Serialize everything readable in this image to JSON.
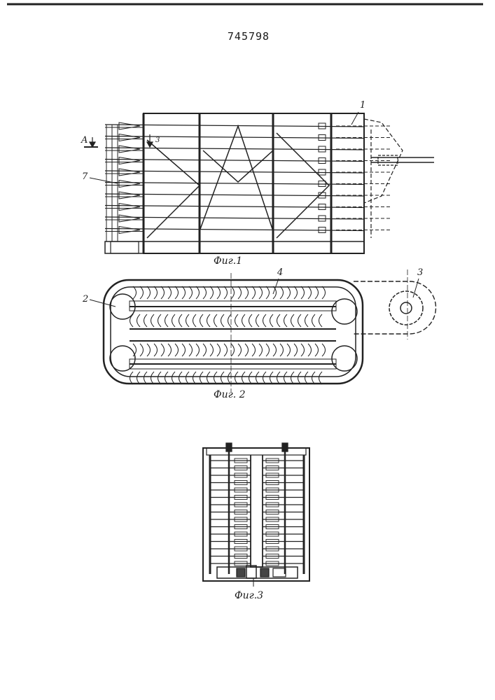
{
  "patent_number": "745798",
  "figures": {
    "fig1": {
      "caption": "Фиг.1",
      "labels": {
        "part_1": "1",
        "part_7": "7",
        "section_mark": "A",
        "section_ref": "3"
      }
    },
    "fig2": {
      "caption": "Фиг. 2",
      "labels": {
        "part_2": "2",
        "part_3": "3",
        "part_4": "4"
      }
    },
    "fig3": {
      "caption": "Фиг.3"
    }
  }
}
